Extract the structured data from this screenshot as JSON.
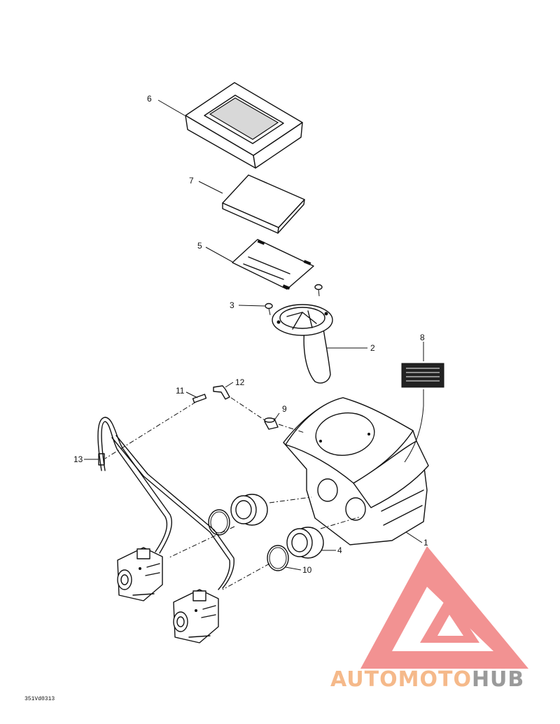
{
  "diagram": {
    "callouts": [
      {
        "id": "c1",
        "text": "1"
      },
      {
        "id": "c2",
        "text": "2"
      },
      {
        "id": "c3",
        "text": "3"
      },
      {
        "id": "c4",
        "text": "4"
      },
      {
        "id": "c5",
        "text": "5"
      },
      {
        "id": "c6",
        "text": "6"
      },
      {
        "id": "c7",
        "text": "7"
      },
      {
        "id": "c8",
        "text": "8"
      },
      {
        "id": "c9",
        "text": "9"
      },
      {
        "id": "c10",
        "text": "10"
      },
      {
        "id": "c11",
        "text": "11"
      },
      {
        "id": "c12",
        "text": "12"
      },
      {
        "id": "c13",
        "text": "13"
      }
    ],
    "drawing_code": "351Vd0313"
  },
  "watermark": {
    "brand_part1": "AUTOMOTO",
    "brand_part2": "HUB",
    "color_primary": "#f08080",
    "color_secondary": "#f5b98a",
    "color_gray": "#9a9a9a"
  }
}
